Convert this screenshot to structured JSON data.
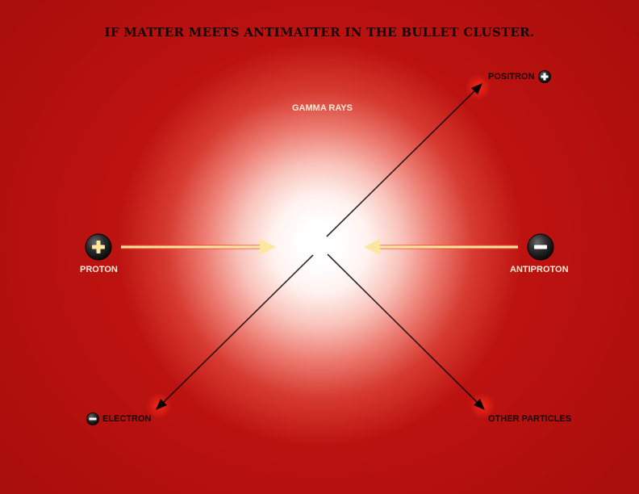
{
  "title": "IF MATTER MEETS ANTIMATTER IN THE BULLET CLUSTER.",
  "labels": {
    "gamma_rays": "GAMMA RAYS",
    "proton": "PROTON",
    "antiproton": "ANTIPROTON",
    "positron": "POSITRON",
    "electron": "ELECTRON",
    "other_particles": "OTHER PARTICLES"
  },
  "colors": {
    "background": "#bb1210",
    "incoming_arrow": "#fde6a0",
    "outgoing_arrow": "#0d0202",
    "title_text": "#150404"
  },
  "icons": {
    "proton": "plus-icon",
    "antiproton": "minus-icon",
    "positron": "plus-icon",
    "electron": "minus-icon"
  }
}
